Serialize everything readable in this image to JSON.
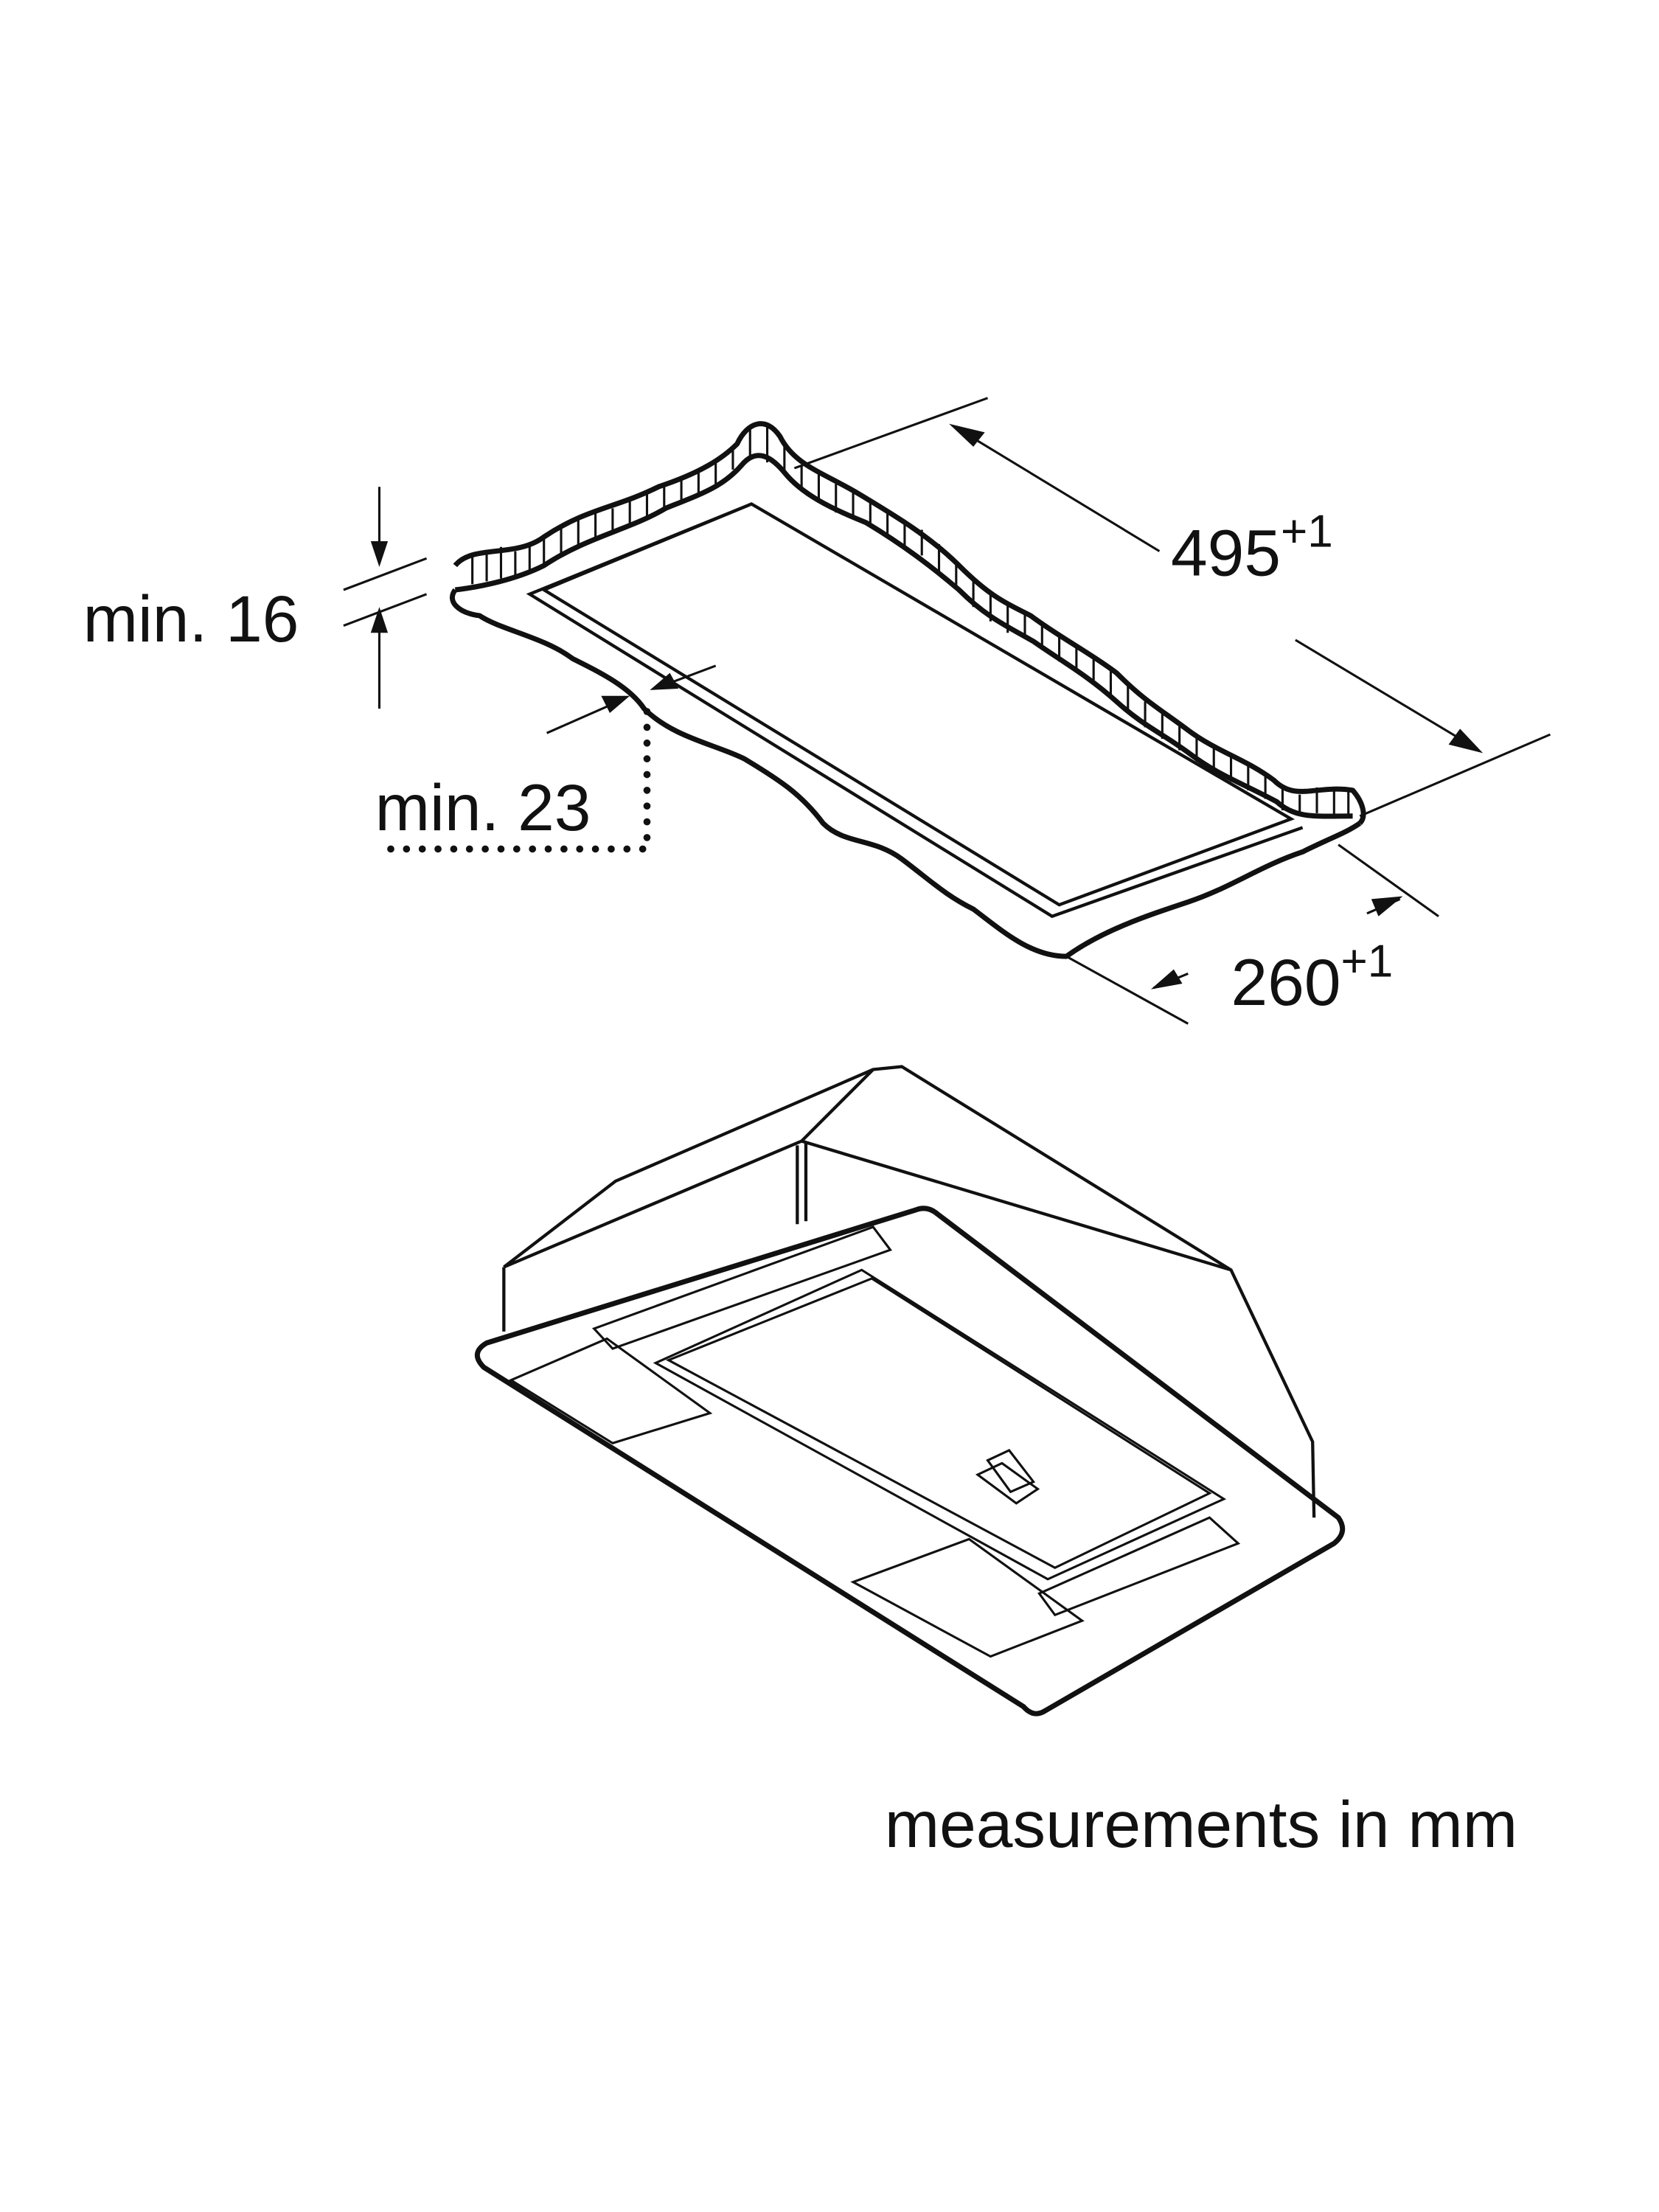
{
  "cutout_diagram": {
    "depth_label": "495",
    "depth_tolerance": "+1",
    "width_label": "260",
    "width_tolerance": "+1",
    "thickness_label": "min. 16",
    "edge_distance_label": "min. 23"
  },
  "footer": {
    "units_note": "measurements in mm"
  }
}
